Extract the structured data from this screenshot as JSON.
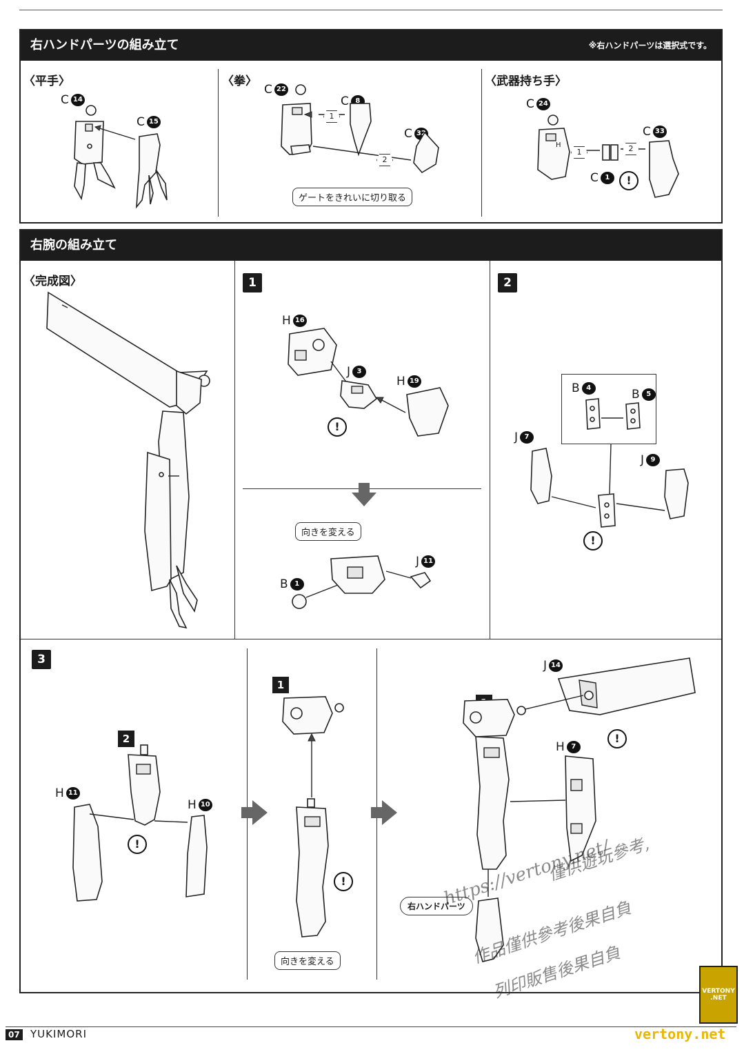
{
  "hand_section": {
    "title": "右ハンドパーツの組み立て",
    "note": "※右ハンドパーツは選択式です。",
    "panels": [
      {
        "title": "〈平手〉",
        "parts": [
          {
            "letter": "C",
            "num": "14"
          },
          {
            "letter": "C",
            "num": "15"
          }
        ]
      },
      {
        "title": "〈拳〉",
        "parts": [
          {
            "letter": "C",
            "num": "22"
          },
          {
            "letter": "C",
            "num": "8"
          },
          {
            "letter": "C",
            "num": "32"
          }
        ],
        "steps": [
          "1",
          "2"
        ],
        "callout": "ゲートをきれいに切り取る"
      },
      {
        "title": "〈武器持ち手〉",
        "parts": [
          {
            "letter": "C",
            "num": "24"
          },
          {
            "letter": "C",
            "num": "33"
          },
          {
            "letter": "C",
            "num": "1"
          }
        ],
        "steps": [
          "1",
          "2"
        ],
        "small_label": "H"
      }
    ]
  },
  "arm_section": {
    "title": "右腕の組み立て",
    "complete_title": "〈完成図〉",
    "step1": {
      "badge": "1",
      "parts": [
        {
          "letter": "H",
          "num": "16"
        },
        {
          "letter": "J",
          "num": "3"
        },
        {
          "letter": "H",
          "num": "19"
        },
        {
          "letter": "B",
          "num": "1"
        },
        {
          "letter": "J",
          "num": "11"
        }
      ],
      "callout": "向きを変える"
    },
    "step2": {
      "badge": "2",
      "parts": [
        {
          "letter": "B",
          "num": "4"
        },
        {
          "letter": "B",
          "num": "5"
        },
        {
          "letter": "J",
          "num": "7"
        },
        {
          "letter": "J",
          "num": "9"
        }
      ]
    },
    "step3": {
      "badge": "3",
      "sub_badge_2": "2",
      "sub_badge_1a": "1",
      "sub_badge_1b": "1",
      "parts": [
        {
          "letter": "H",
          "num": "11"
        },
        {
          "letter": "H",
          "num": "10"
        },
        {
          "letter": "J",
          "num": "14"
        },
        {
          "letter": "H",
          "num": "7"
        }
      ],
      "callout_turn": "向きを変える",
      "callout_hand": "右ハンドパーツ"
    }
  },
  "warning_symbol": "!",
  "footer": {
    "page": "07",
    "brand": "YUKIMORI",
    "site": "vertony.net"
  },
  "watermark": {
    "url": "https://vertony.net/",
    "line1": "僅供遊玩參考,",
    "line2": "作品僅供參考後果自負",
    "line3": "列印販售後果自負",
    "logo_top": "VERTONY",
    "logo_bottom": ".NET"
  },
  "colors": {
    "header_bg": "#1c1c1c",
    "watermark_gold": "#c9a400"
  }
}
